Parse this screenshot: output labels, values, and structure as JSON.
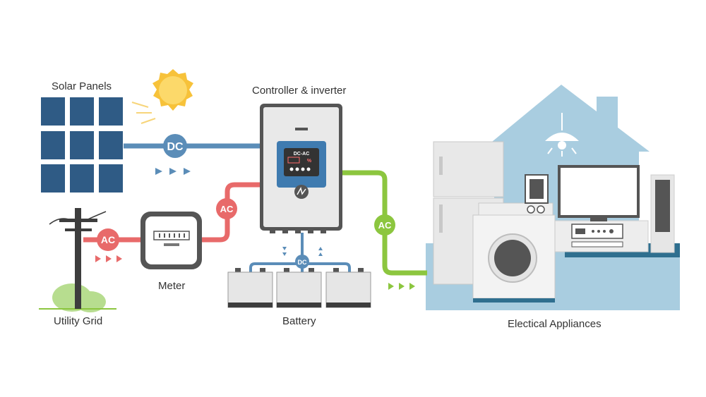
{
  "labels": {
    "solar_panels": "Solar Panels",
    "controller": "Controller & inverter",
    "meter": "Meter",
    "utility_grid": "Utility Grid",
    "battery": "Battery",
    "appliances": "Electical Appliances"
  },
  "badges": {
    "dc_solar": "DC",
    "ac_grid": "AC",
    "ac_meter": "AC",
    "ac_out": "AC",
    "dc_battery": "DC"
  },
  "inverter_display": {
    "mode": "DC-AC",
    "symbol": "%"
  },
  "colors": {
    "dc_line": "#5b8db8",
    "ac_grid_line": "#e86a6a",
    "ac_out_line": "#8cc63f",
    "panel": "#2f5b85",
    "house": "#a9cde0",
    "sun": "#f7c23a"
  },
  "icons": [
    "sun-icon",
    "solar-panel-icon",
    "utility-pole-icon",
    "meter-icon",
    "inverter-icon",
    "battery-icon",
    "house-icon",
    "ceiling-lamp-icon",
    "refrigerator-icon",
    "washing-machine-icon",
    "tv-icon",
    "speaker-icon",
    "flow-arrow-icon"
  ]
}
